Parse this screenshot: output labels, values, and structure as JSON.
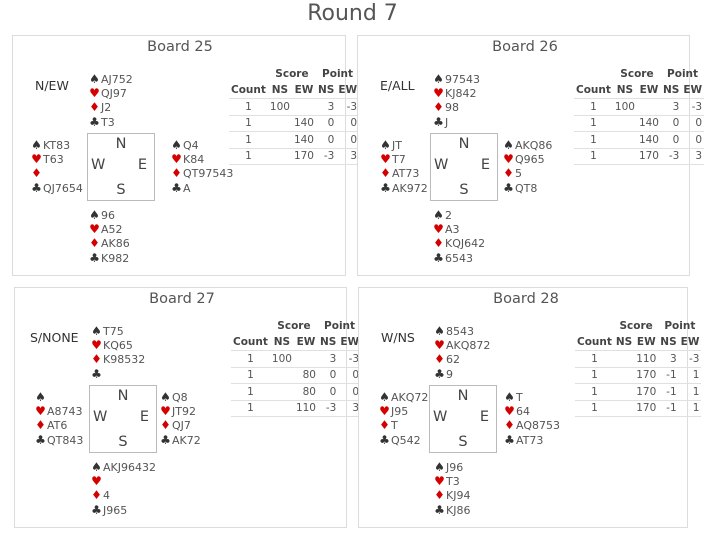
{
  "page": {
    "title": "Round 7"
  },
  "table_headers": {
    "score": "Score",
    "point": "Point",
    "count": "Count",
    "ns": "NS",
    "ew": "EW"
  },
  "compass": {
    "n": "N",
    "e": "E",
    "s": "S",
    "w": "W"
  },
  "suit_glyphs": {
    "spade": "♠",
    "heart": "♥",
    "diamond": "♦",
    "club": "♣"
  },
  "colors": {
    "black_suit": "#333333",
    "red_suit": "#d40000"
  },
  "boards": [
    {
      "title": "Board 25",
      "dealer_vul": "N/EW",
      "north": {
        "spade": "AJ752",
        "heart": "QJ97",
        "diamond": "J2",
        "club": "T3"
      },
      "west": {
        "spade": "KT83",
        "heart": "T63",
        "diamond": "",
        "club": "QJ7654"
      },
      "east": {
        "spade": "Q4",
        "heart": "K84",
        "diamond": "QT97543",
        "club": "A"
      },
      "south": {
        "spade": "96",
        "heart": "A52",
        "diamond": "AK86",
        "club": "K982"
      },
      "results": [
        {
          "count": "1",
          "score_ns": "100",
          "score_ew": "",
          "point_ns": "3",
          "point_ew": "-3"
        },
        {
          "count": "1",
          "score_ns": "",
          "score_ew": "140",
          "point_ns": "0",
          "point_ew": "0"
        },
        {
          "count": "1",
          "score_ns": "",
          "score_ew": "140",
          "point_ns": "0",
          "point_ew": "0"
        },
        {
          "count": "1",
          "score_ns": "",
          "score_ew": "170",
          "point_ns": "-3",
          "point_ew": "3"
        }
      ]
    },
    {
      "title": "Board 26",
      "dealer_vul": "E/ALL",
      "north": {
        "spade": "97543",
        "heart": "KJ842",
        "diamond": "98",
        "club": "J"
      },
      "west": {
        "spade": "JT",
        "heart": "T7",
        "diamond": "AT73",
        "club": "AK972"
      },
      "east": {
        "spade": "AKQ86",
        "heart": "Q965",
        "diamond": "5",
        "club": "QT8"
      },
      "south": {
        "spade": "2",
        "heart": "A3",
        "diamond": "KQJ642",
        "club": "6543"
      },
      "results": [
        {
          "count": "1",
          "score_ns": "100",
          "score_ew": "",
          "point_ns": "3",
          "point_ew": "-3"
        },
        {
          "count": "1",
          "score_ns": "",
          "score_ew": "140",
          "point_ns": "0",
          "point_ew": "0"
        },
        {
          "count": "1",
          "score_ns": "",
          "score_ew": "140",
          "point_ns": "0",
          "point_ew": "0"
        },
        {
          "count": "1",
          "score_ns": "",
          "score_ew": "170",
          "point_ns": "-3",
          "point_ew": "3"
        }
      ]
    },
    {
      "title": "Board 27",
      "dealer_vul": "S/NONE",
      "north": {
        "spade": "T75",
        "heart": "KQ65",
        "diamond": "K98532",
        "club": ""
      },
      "west": {
        "spade": "",
        "heart": "A8743",
        "diamond": "AT6",
        "club": "QT843"
      },
      "east": {
        "spade": "Q8",
        "heart": "JT92",
        "diamond": "QJ7",
        "club": "AK72"
      },
      "south": {
        "spade": "AKJ96432",
        "heart": "",
        "diamond": "4",
        "club": "J965"
      },
      "results": [
        {
          "count": "1",
          "score_ns": "100",
          "score_ew": "",
          "point_ns": "3",
          "point_ew": "-3"
        },
        {
          "count": "1",
          "score_ns": "",
          "score_ew": "80",
          "point_ns": "0",
          "point_ew": "0"
        },
        {
          "count": "1",
          "score_ns": "",
          "score_ew": "80",
          "point_ns": "0",
          "point_ew": "0"
        },
        {
          "count": "1",
          "score_ns": "",
          "score_ew": "110",
          "point_ns": "-3",
          "point_ew": "3"
        }
      ]
    },
    {
      "title": "Board 28",
      "dealer_vul": "W/NS",
      "north": {
        "spade": "8543",
        "heart": "AKQ872",
        "diamond": "62",
        "club": "9"
      },
      "west": {
        "spade": "AKQ72",
        "heart": "J95",
        "diamond": "T",
        "club": "Q542"
      },
      "east": {
        "spade": "T",
        "heart": "64",
        "diamond": "AQ8753",
        "club": "AT73"
      },
      "south": {
        "spade": "J96",
        "heart": "T3",
        "diamond": "KJ94",
        "club": "KJ86"
      },
      "results": [
        {
          "count": "1",
          "score_ns": "",
          "score_ew": "110",
          "point_ns": "3",
          "point_ew": "-3"
        },
        {
          "count": "1",
          "score_ns": "",
          "score_ew": "170",
          "point_ns": "-1",
          "point_ew": "1"
        },
        {
          "count": "1",
          "score_ns": "",
          "score_ew": "170",
          "point_ns": "-1",
          "point_ew": "1"
        },
        {
          "count": "1",
          "score_ns": "",
          "score_ew": "170",
          "point_ns": "-1",
          "point_ew": "1"
        }
      ]
    }
  ]
}
